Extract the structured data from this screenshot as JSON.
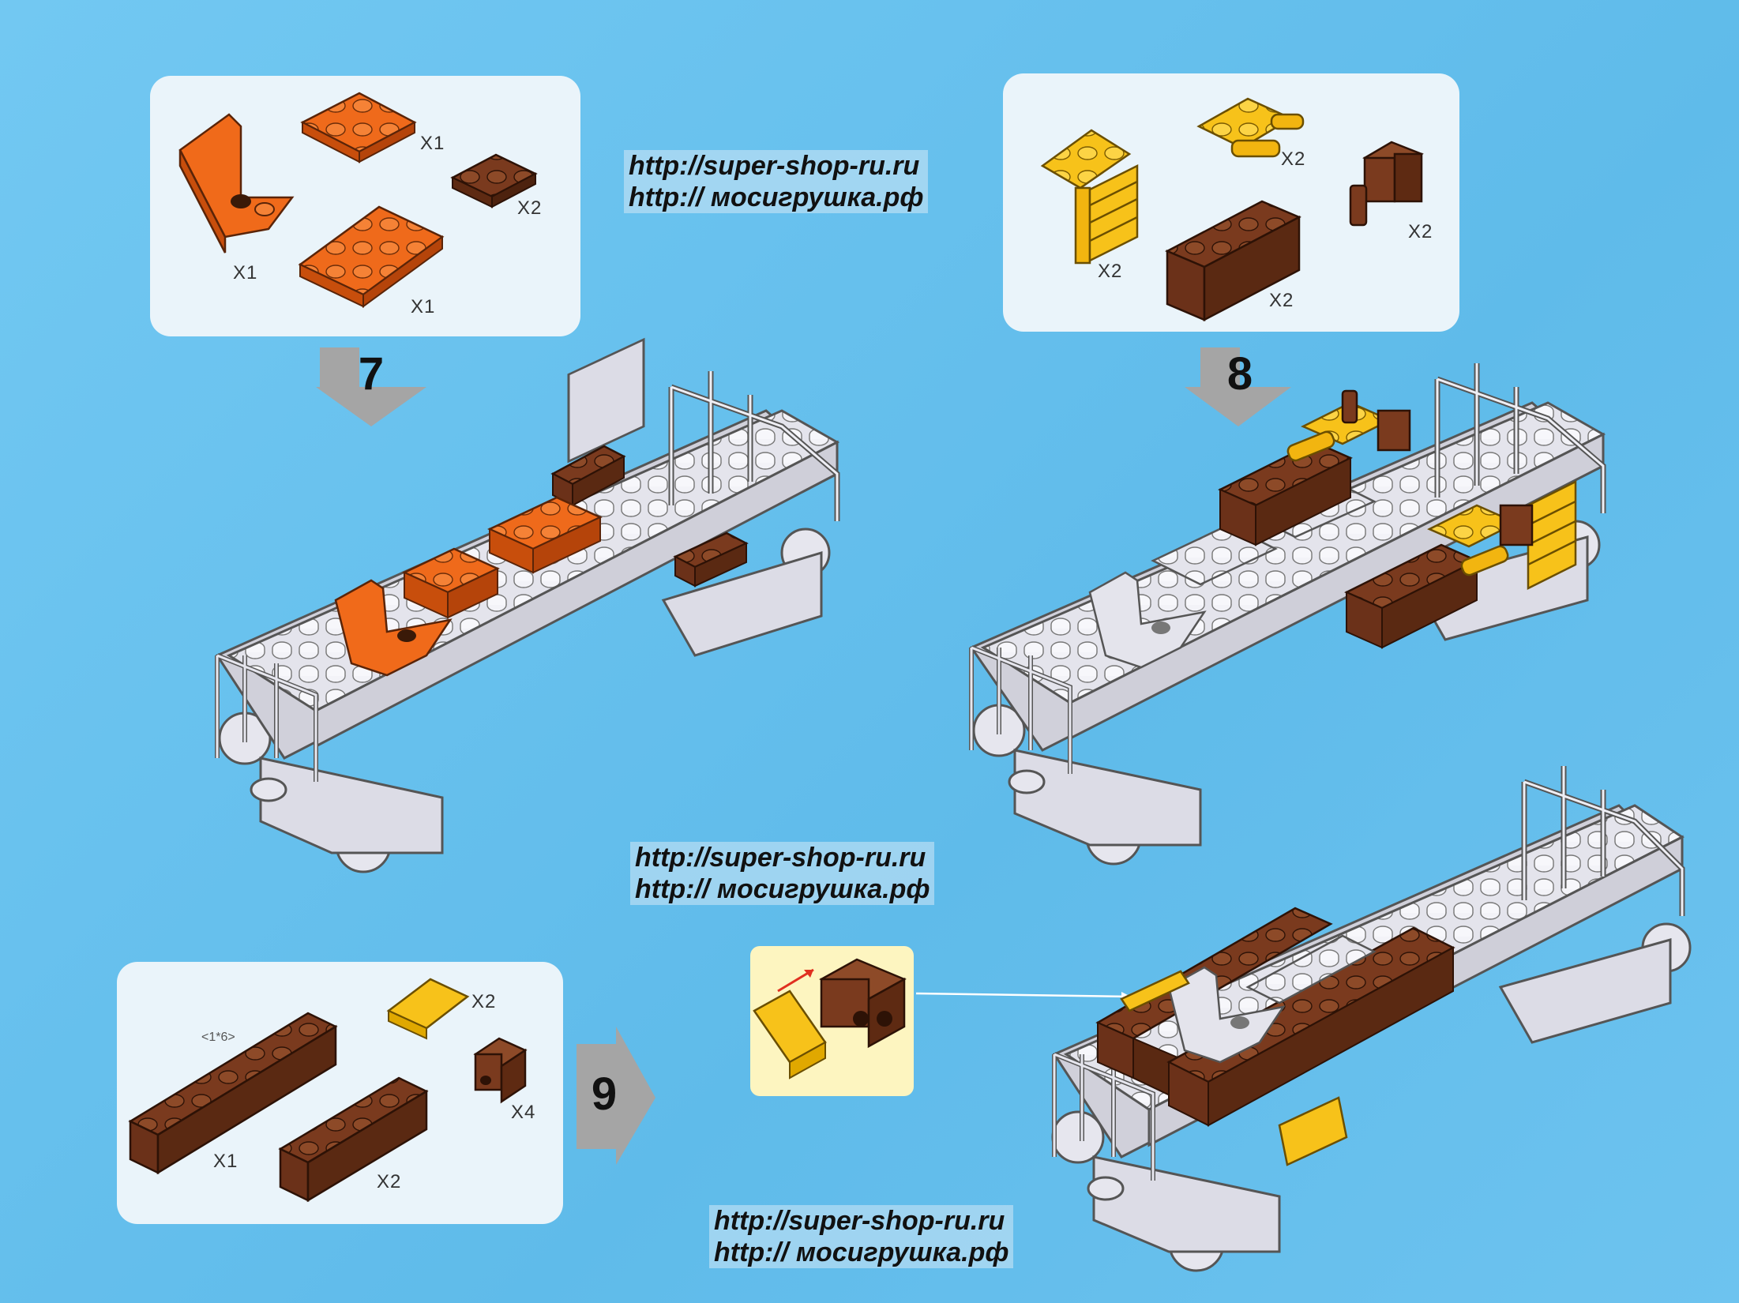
{
  "step7": {
    "number": "7",
    "parts": {
      "seat_qty": "X1",
      "plate_2x2_qty": "X1",
      "plate_1x2_qty": "X2",
      "plate_2x3_qty": "X1"
    }
  },
  "step8": {
    "number": "8",
    "parts": {
      "ladder_qty": "X2",
      "clip_plate_qty": "X2",
      "bracket_qty": "X2",
      "brick_1x3_qty": "X2"
    }
  },
  "step9": {
    "number": "9",
    "parts": {
      "size_note": "<1*6>",
      "brick_1x6_qty": "X1",
      "tile_qty": "X2",
      "brick_1x4_qty": "X2",
      "bracket_qty": "X4"
    }
  },
  "watermarks": [
    {
      "line1": "http://super-shop-ru.ru",
      "line2": "http:// мосигрушка.рф"
    },
    {
      "line1": "http://super-shop-ru.ru",
      "line2": "http:// мосигрушка.рф"
    },
    {
      "line1": "http://super-shop-ru.ru",
      "line2": "http:// мосигрушка.рф"
    }
  ],
  "colors": {
    "background": "#6cc2ee",
    "panel": "#eaf4fa",
    "orange": "#f06a1a",
    "brown": "#7a3a1e",
    "yellow": "#f7c21a",
    "model_gray": "#e6e6ee",
    "arrow_gray": "#a5a5a5"
  }
}
